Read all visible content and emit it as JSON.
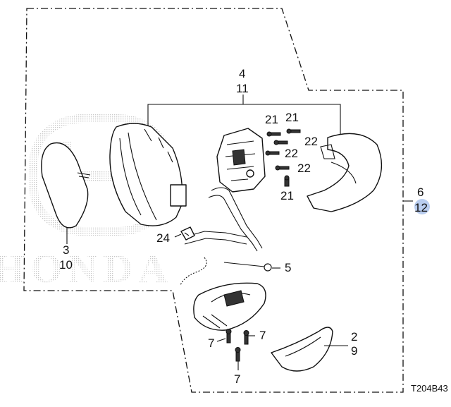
{
  "diagram_code": "T204B43",
  "watermark_text": "HONDA",
  "callouts": {
    "p4": "4",
    "p11": "11",
    "p21a": "21",
    "p21b": "21",
    "p22a": "22",
    "p22b": "22",
    "p22c": "22",
    "p21c": "21",
    "p6": "6",
    "p12": "12",
    "p24": "24",
    "p3": "3",
    "p10": "10",
    "p5": "5",
    "p7a": "7",
    "p7b": "7",
    "p7c": "7",
    "p2": "2",
    "p9": "9"
  },
  "highlight_color": "#b9cdef"
}
